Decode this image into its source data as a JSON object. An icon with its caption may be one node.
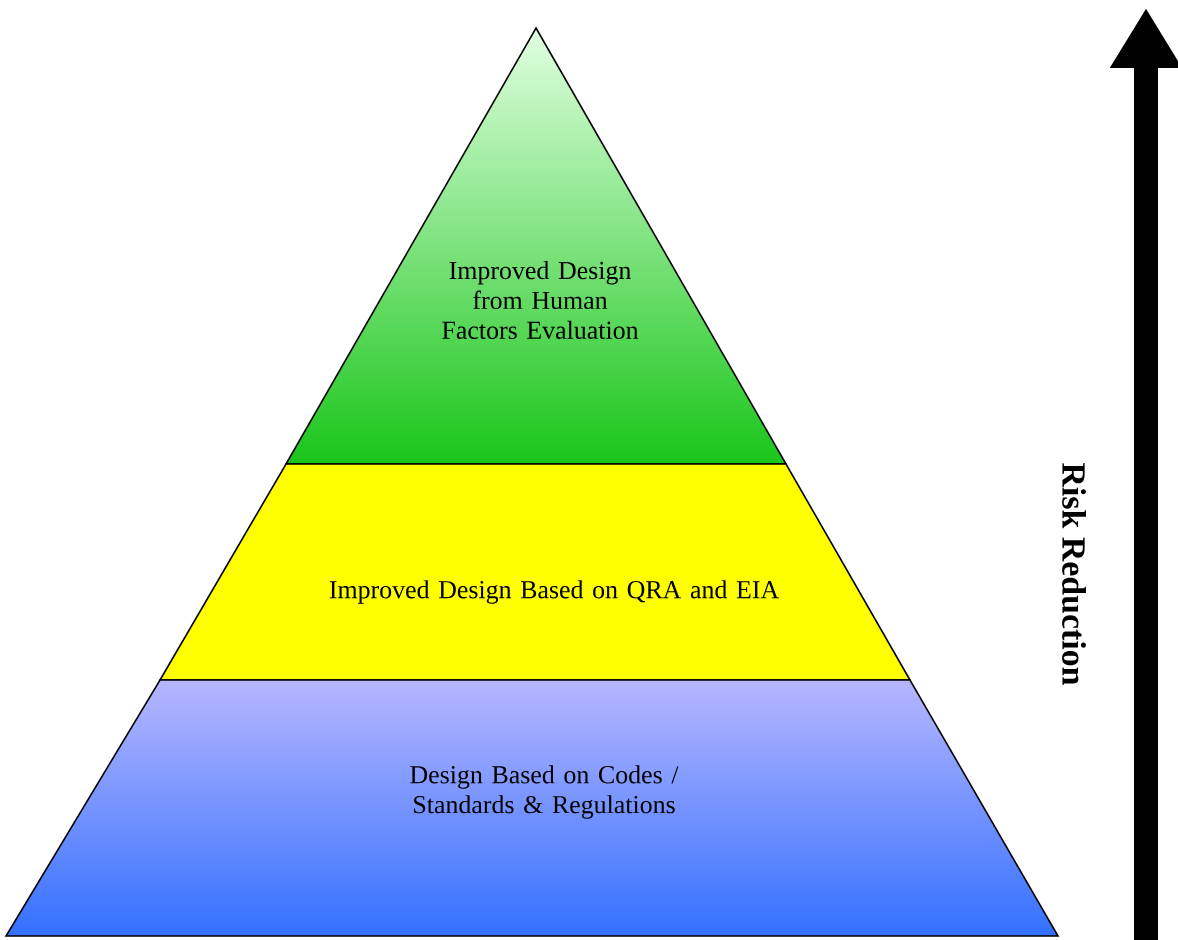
{
  "diagram": {
    "nodes": [
      {
        "text": [
          "Improved Design from Human Factors Evaluation"
        ]
      },
      {
        "text": [
          "Improved Design Based on QRA and EIA"
        ]
      },
      {
        "text": [
          "Design Based on Codes / Standards & Regulations"
        ]
      }
    ],
    "labels": [
      "Risk Reduction"
    ]
  }
}
